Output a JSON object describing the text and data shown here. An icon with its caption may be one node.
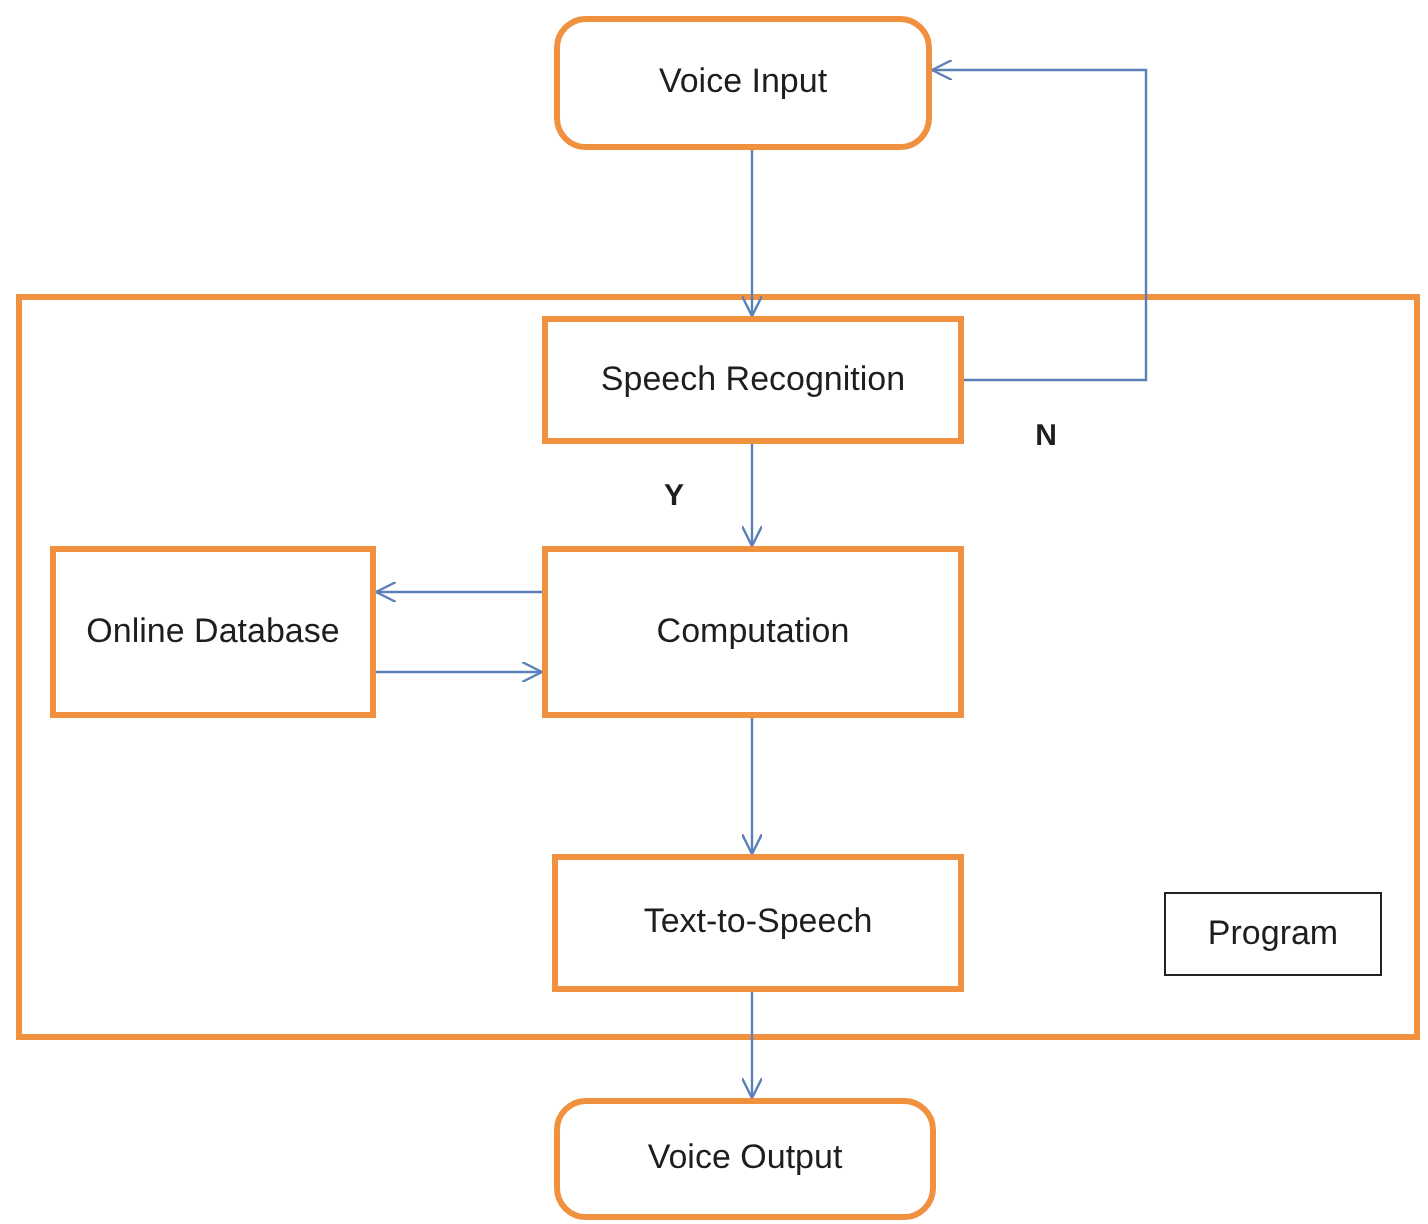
{
  "diagram": {
    "nodes": [
      {
        "text": [
          "Voice Input"
        ]
      },
      {
        "text": [],
        "shape": "box"
      },
      {
        "text": [
          "Speech Recognition"
        ],
        "in": 1
      },
      {
        "text": [
          "Online Database"
        ],
        "in": 1
      },
      {
        "text": [
          "Computation"
        ],
        "in": 1
      },
      {
        "text": [
          "Text-to-Speech"
        ],
        "in": 1
      },
      {
        "text": [
          "Program"
        ],
        "in": 1
      },
      {
        "text": [
          "Voice Output"
        ]
      }
    ],
    "edges": [
      {
        "from": 0,
        "to": 2,
        "arrow": "to"
      },
      {
        "from": 2,
        "to": 0,
        "arrow": "to",
        "label": "N"
      },
      {
        "from": 2,
        "to": 4,
        "arrow": "to",
        "label": "Y"
      },
      {
        "from": 4,
        "to": 3,
        "arrow": "to"
      },
      {
        "from": 3,
        "to": 4,
        "arrow": "to"
      },
      {
        "from": 4,
        "to": 5,
        "arrow": "to"
      },
      {
        "from": 5,
        "to": 7,
        "arrow": "to"
      }
    ]
  }
}
